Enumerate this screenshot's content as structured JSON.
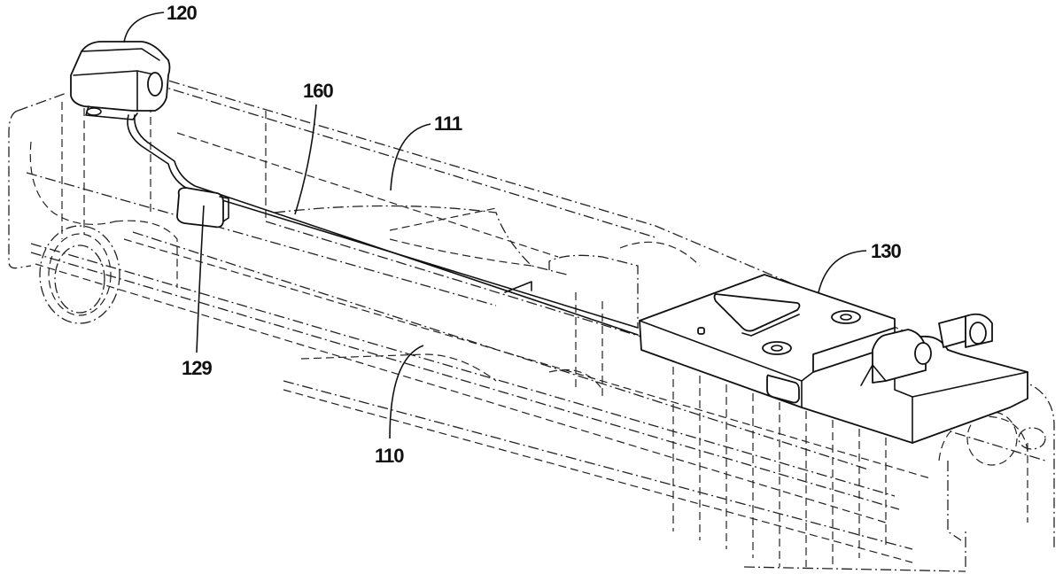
{
  "figure": {
    "type": "patent-drawing",
    "line_color": "#111111",
    "background": "#ffffff",
    "reference_numerals": [
      {
        "id": "rail",
        "text": "110"
      },
      {
        "id": "rail-channel",
        "text": "111"
      },
      {
        "id": "front-sight",
        "text": "120"
      },
      {
        "id": "connector",
        "text": "129"
      },
      {
        "id": "rear-sight",
        "text": "130"
      },
      {
        "id": "cable",
        "text": "160"
      }
    ]
  }
}
